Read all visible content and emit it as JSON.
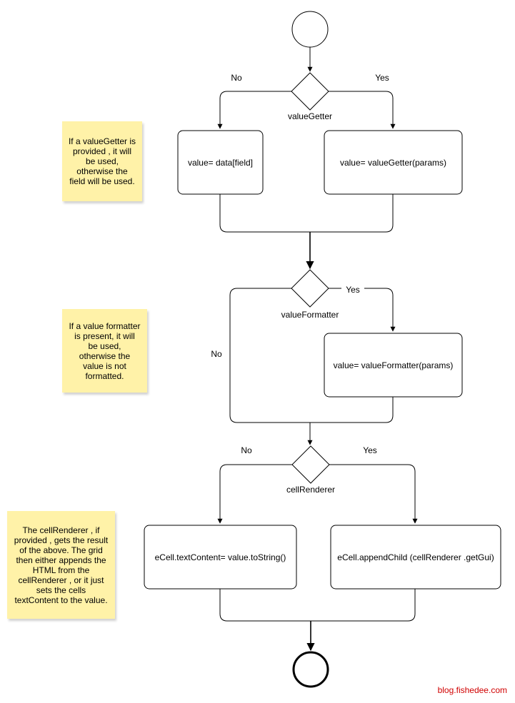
{
  "diagram": {
    "decisions": {
      "value_getter": {
        "label": "valueGetter",
        "no": "No",
        "yes": "Yes"
      },
      "value_formatter": {
        "label": "valueFormatter",
        "no": "No",
        "yes": "Yes"
      },
      "cell_renderer": {
        "label": "cellRenderer",
        "no": "No",
        "yes": "Yes"
      }
    },
    "actions": {
      "data_field": "value=  data[field]",
      "value_getter": "value=  valueGetter(params)",
      "value_formatter": "value=  valueFormatter(params)",
      "text_content": "eCell.textContent=  value.toString()",
      "append_child": "eCell.appendChild (cellRenderer .getGui)"
    },
    "notes": {
      "getter": [
        "If a valueGetter is",
        "provided , it will",
        "be used,",
        "otherwise the",
        "field will be used."
      ],
      "formatter": [
        "If a value formatter",
        "is present, it will",
        "be used,",
        "otherwise the",
        "value is not",
        "formatted."
      ],
      "renderer": [
        "The cellRenderer , if",
        "provided , gets the result",
        "of the above. The grid",
        "then either appends the",
        "HTML from the",
        "cellRenderer , or it just",
        "sets the cells",
        "textContent to the value."
      ]
    },
    "colors": {
      "note_bg": "#fff2a8",
      "watermark": "#d00000"
    }
  },
  "watermark": "blog.fishedee.com"
}
